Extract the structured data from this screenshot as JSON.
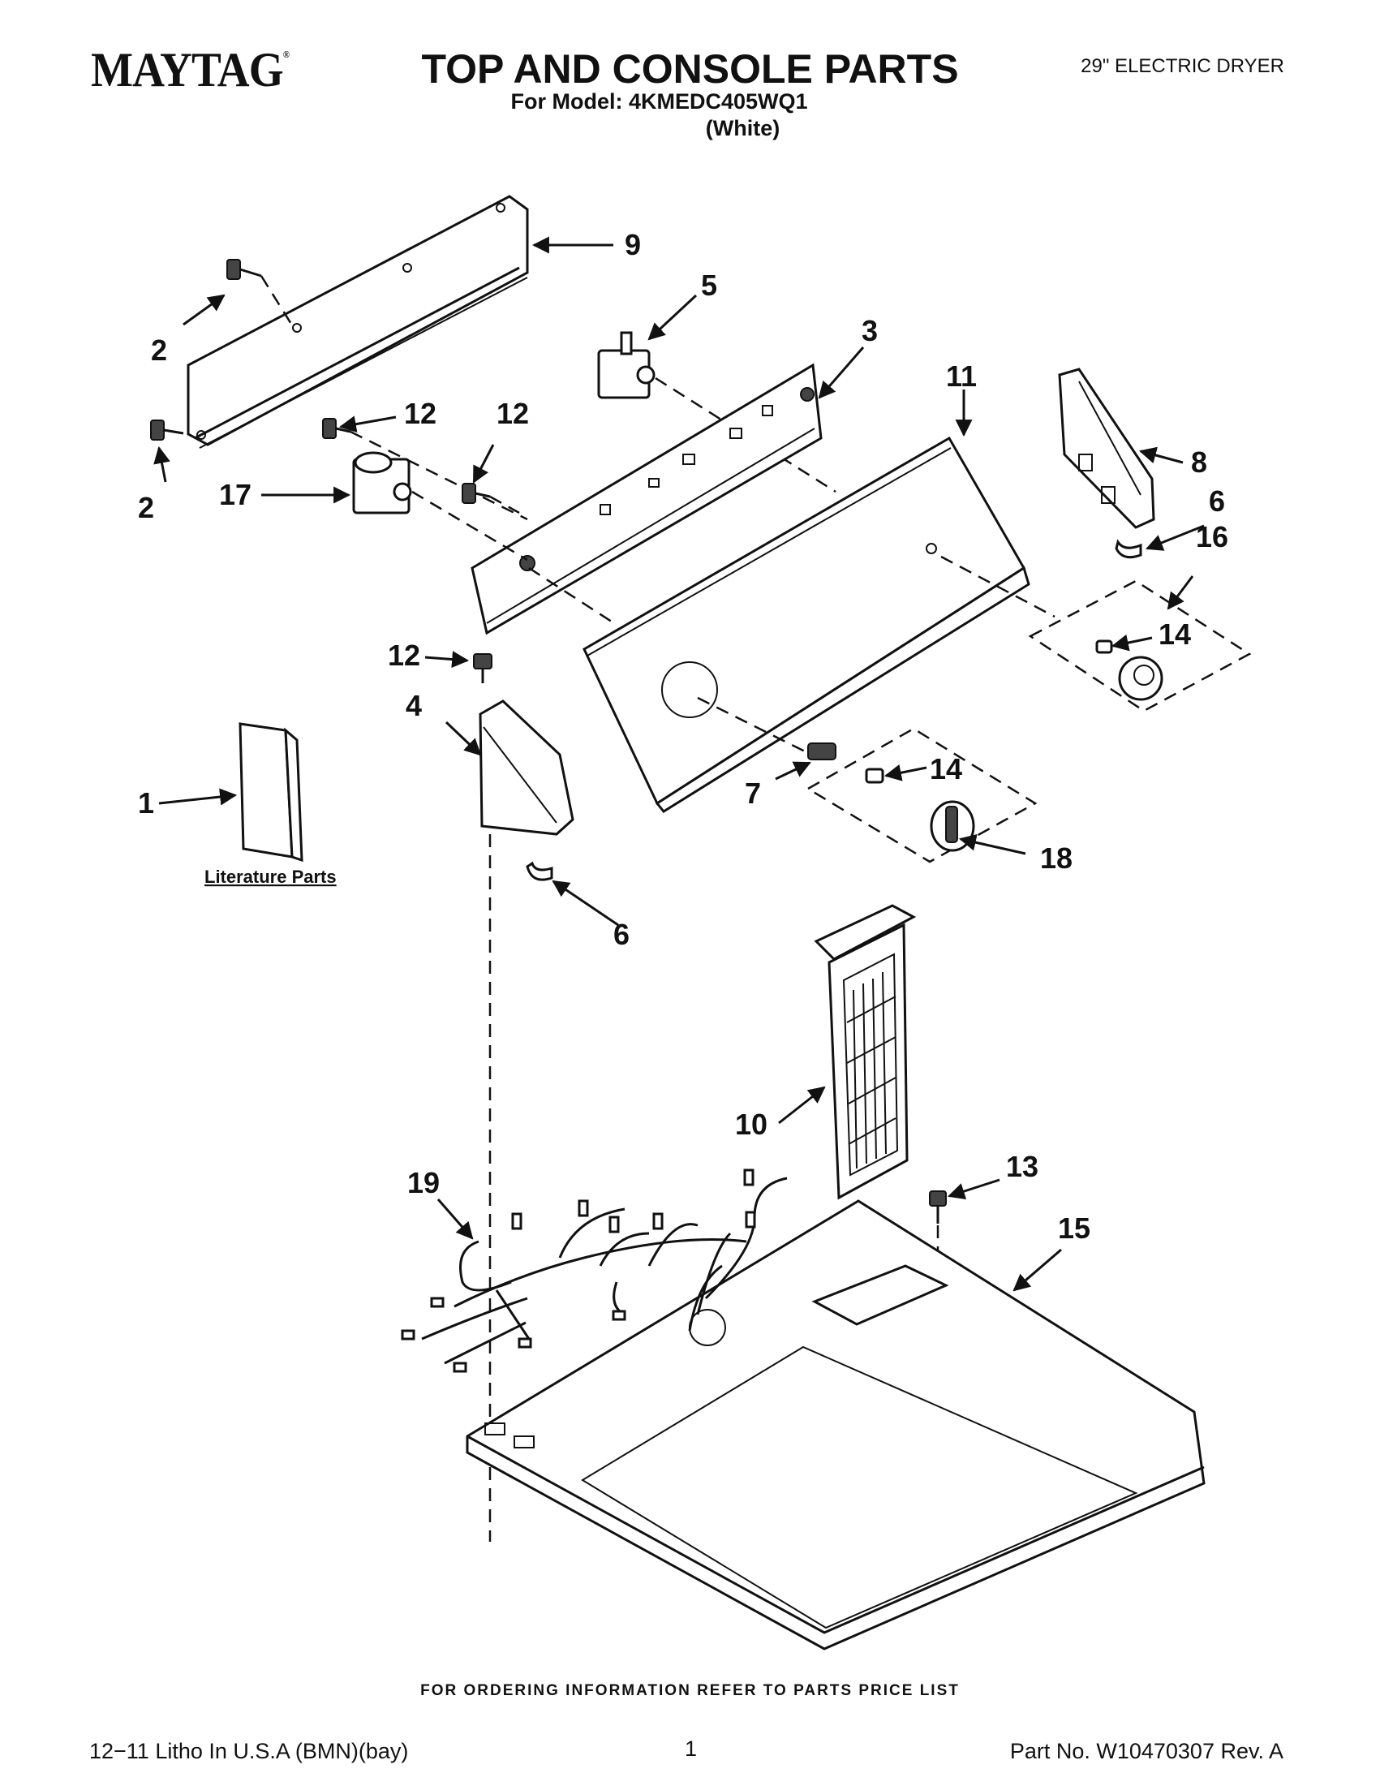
{
  "header": {
    "brand": "MAYTAG",
    "brand_mark": "®",
    "title": "TOP AND CONSOLE PARTS",
    "model_line": "For Model: 4KMEDC405WQ1",
    "color_line": "(White)",
    "product_type": "29\" ELECTRIC DRYER"
  },
  "callouts": {
    "c1": "1",
    "c2a": "2",
    "c2b": "2",
    "c3": "3",
    "c4": "4",
    "c5": "5",
    "c6a": "6",
    "c6b": "6",
    "c7": "7",
    "c8": "8",
    "c9": "9",
    "c10": "10",
    "c11": "11",
    "c12a": "12",
    "c12b": "12",
    "c12c": "12",
    "c13": "13",
    "c14a": "14",
    "c14b": "14",
    "c15": "15",
    "c16": "16",
    "c17": "17",
    "c18": "18",
    "c19": "19"
  },
  "literature_label": "Literature Parts",
  "footer": {
    "order_note": "FOR ORDERING INFORMATION REFER TO PARTS PRICE LIST",
    "litho": "12−11 Litho In U.S.A (BMN)(bay)",
    "page": "1",
    "part_no": "Part No. W10470307 Rev. A"
  }
}
